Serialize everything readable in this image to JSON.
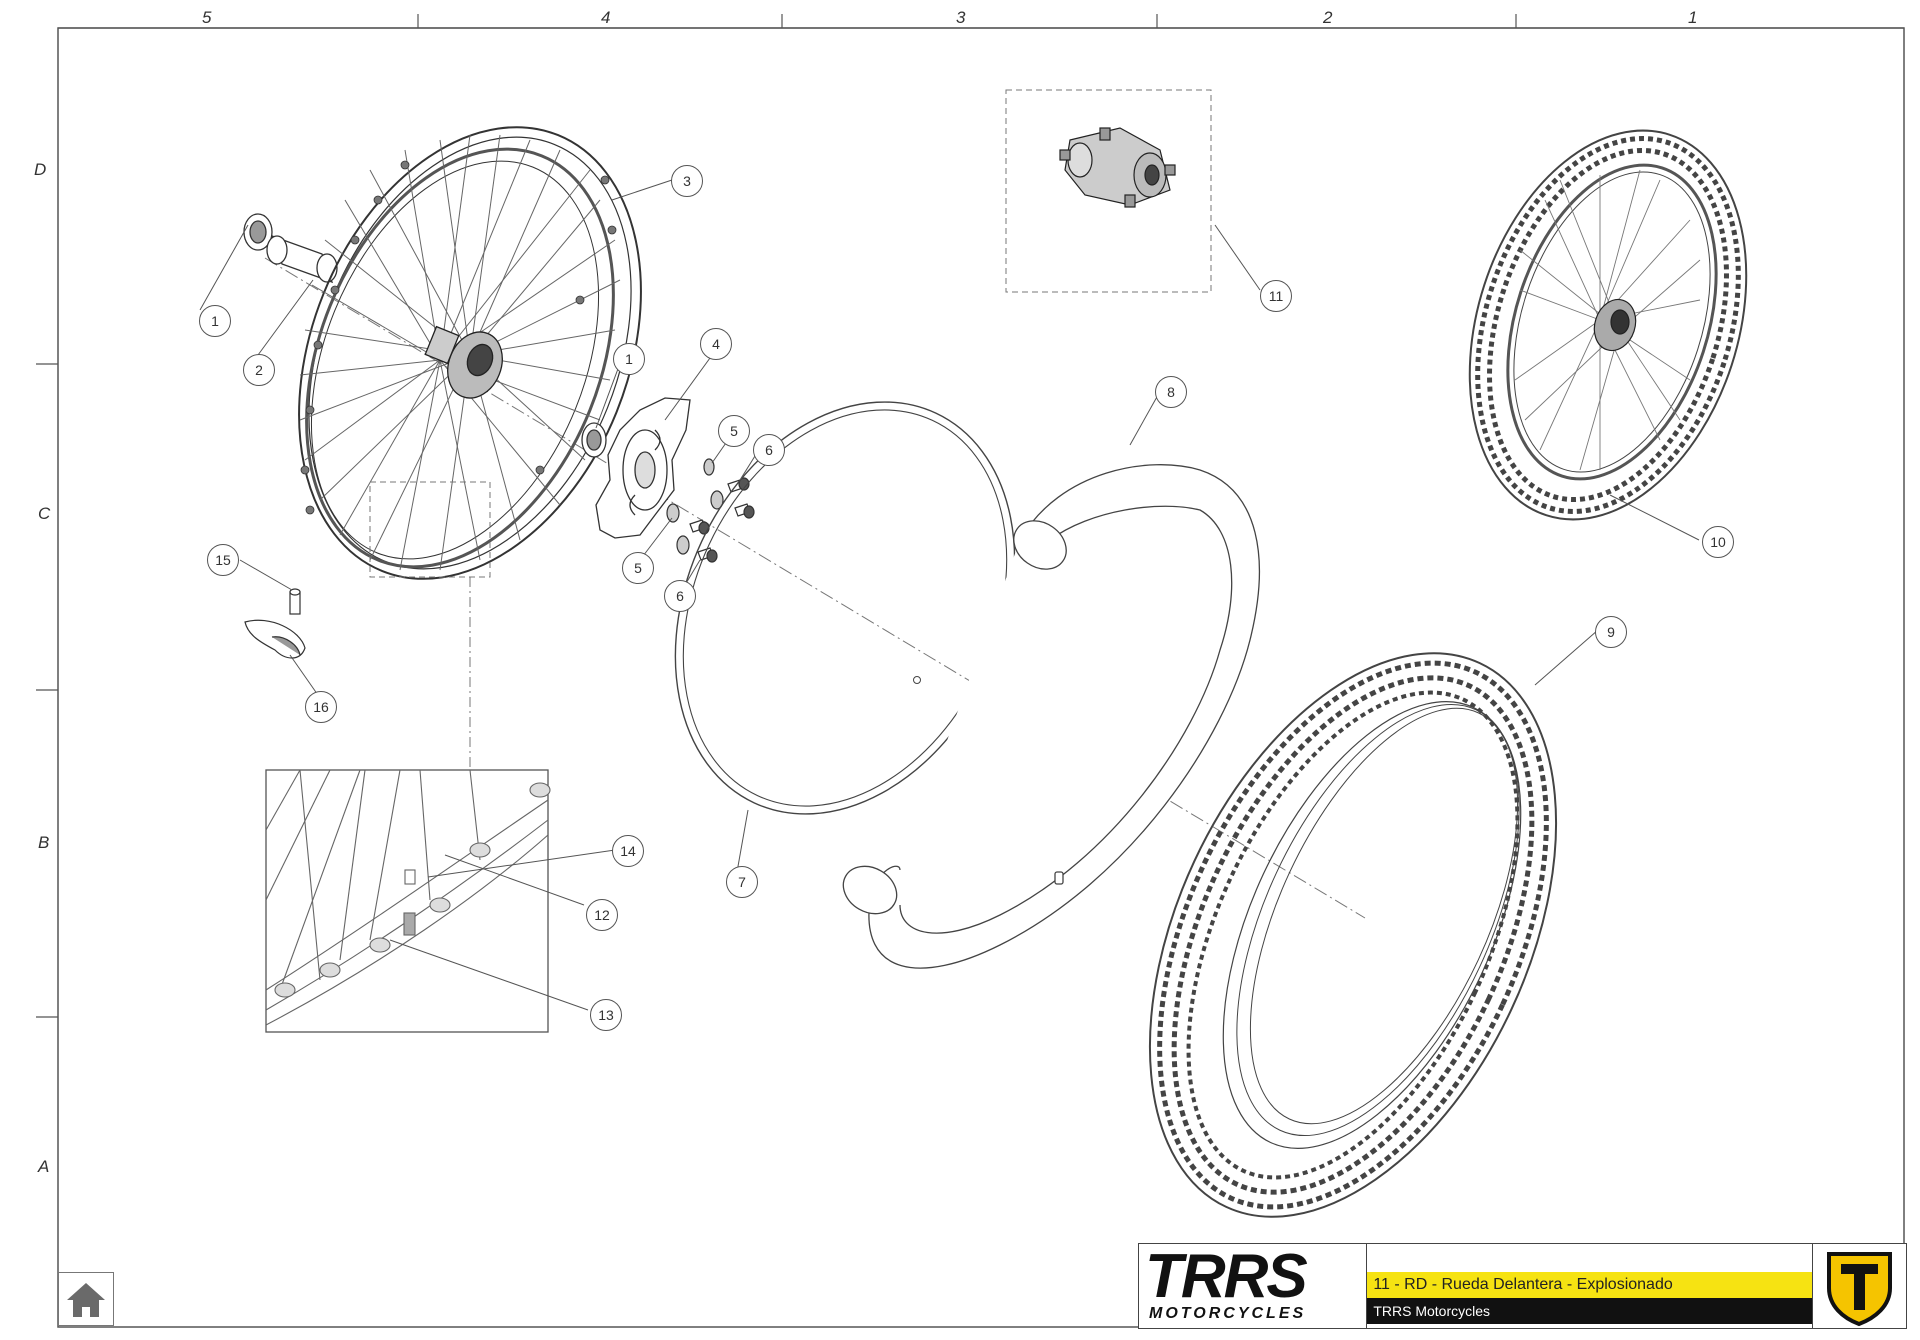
{
  "ruler": {
    "columns": [
      "5",
      "4",
      "3",
      "2",
      "1"
    ],
    "rows": [
      "D",
      "C",
      "B",
      "A"
    ]
  },
  "callouts": {
    "c1a": "1",
    "c1b": "1",
    "c2": "2",
    "c3": "3",
    "c4": "4",
    "c5a": "5",
    "c5b": "5",
    "c6a": "6",
    "c6b": "6",
    "c7": "7",
    "c8": "8",
    "c9": "9",
    "c10": "10",
    "c11": "11",
    "c12": "12",
    "c13": "13",
    "c14": "14",
    "c15": "15",
    "c16": "16"
  },
  "title_block": {
    "logo_text": "TRRS",
    "logo_subtext": "MOTORCYCLES",
    "sheet_title": "11 - RD - Rueda Delantera - Explosionado",
    "company": "TRRS Motorcycles"
  },
  "colors": {
    "title_highlight": "#f6e312",
    "company_bar": "#111111",
    "emblem_gold": "#f5c400",
    "logo_accent": "#f5c400"
  },
  "icons": {
    "home": "home-icon",
    "emblem": "trrs-shield-icon"
  }
}
